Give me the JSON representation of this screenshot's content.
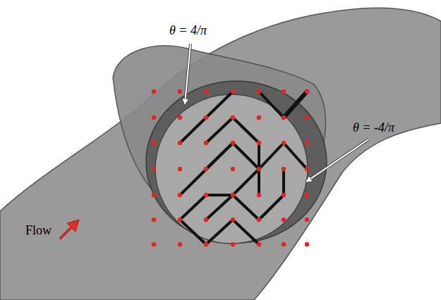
{
  "diagram": {
    "labels": [
      "θ = 4/π",
      "θ = -4/π",
      "Flow"
    ]
  }
}
